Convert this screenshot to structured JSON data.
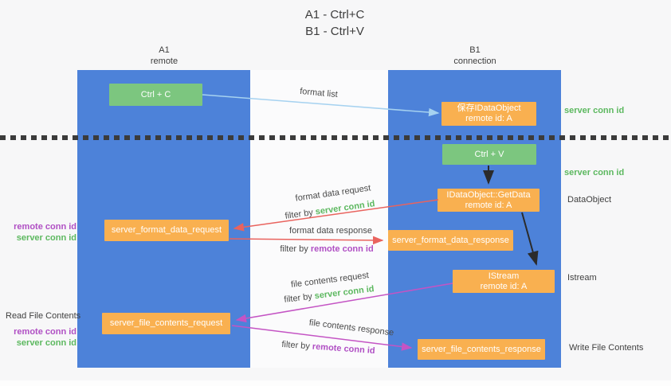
{
  "title": {
    "line1": "A1 - Ctrl+C",
    "line2": "B1 - Ctrl+V"
  },
  "lifelines": {
    "left": {
      "name": "A1",
      "role": "remote"
    },
    "right": {
      "name": "B1",
      "role": "connection"
    }
  },
  "boxes": {
    "ctrl_c": {
      "label": "Ctrl + C"
    },
    "save_idataobject": {
      "line1": "保存IDataObject",
      "line2": "remote id: A"
    },
    "ctrl_v": {
      "label": "Ctrl + V"
    },
    "getdata": {
      "line1": "IDataObject::GetData",
      "line2": "remote id: A"
    },
    "format_request": {
      "label": "server_format_data_request"
    },
    "format_response": {
      "label": "server_format_data_response"
    },
    "istream": {
      "line1": "IStream",
      "line2": "remote id: A"
    },
    "file_request": {
      "label": "server_file_contents_request"
    },
    "file_response": {
      "label": "server_file_contents_response"
    }
  },
  "arrow_labels": {
    "format_list": "format list",
    "format_data_request": "format data request",
    "format_data_response": "format data response",
    "file_contents_request": "file contents request",
    "file_contents_response": "file contents response",
    "filter_by": "filter by",
    "server_conn_id": "server conn id",
    "remote_conn_id": "remote conn id"
  },
  "side_labels": {
    "server_conn_id_top": "server conn id",
    "server_conn_id_mid": "server conn id",
    "dataobject": "DataObject",
    "istream": "Istream",
    "write_file_contents": "Write File Contents",
    "read_file_contents": "Read File Contents",
    "left_mid": {
      "remote": "remote conn id",
      "server": "server conn id"
    },
    "left_bottom": {
      "remote": "remote conn id",
      "server": "server conn id"
    }
  },
  "colors": {
    "lifeline_blue": "#4d82d9",
    "box_green": "#7cc67f",
    "box_orange": "#f9b050",
    "green_text": "#5cb85f",
    "purple_text": "#b04fc4",
    "red_arrow": "#e9635e",
    "magenta_arrow": "#c454c4",
    "blue_arrow": "#a6d2f0",
    "black_arrow": "#2b2b2b"
  }
}
